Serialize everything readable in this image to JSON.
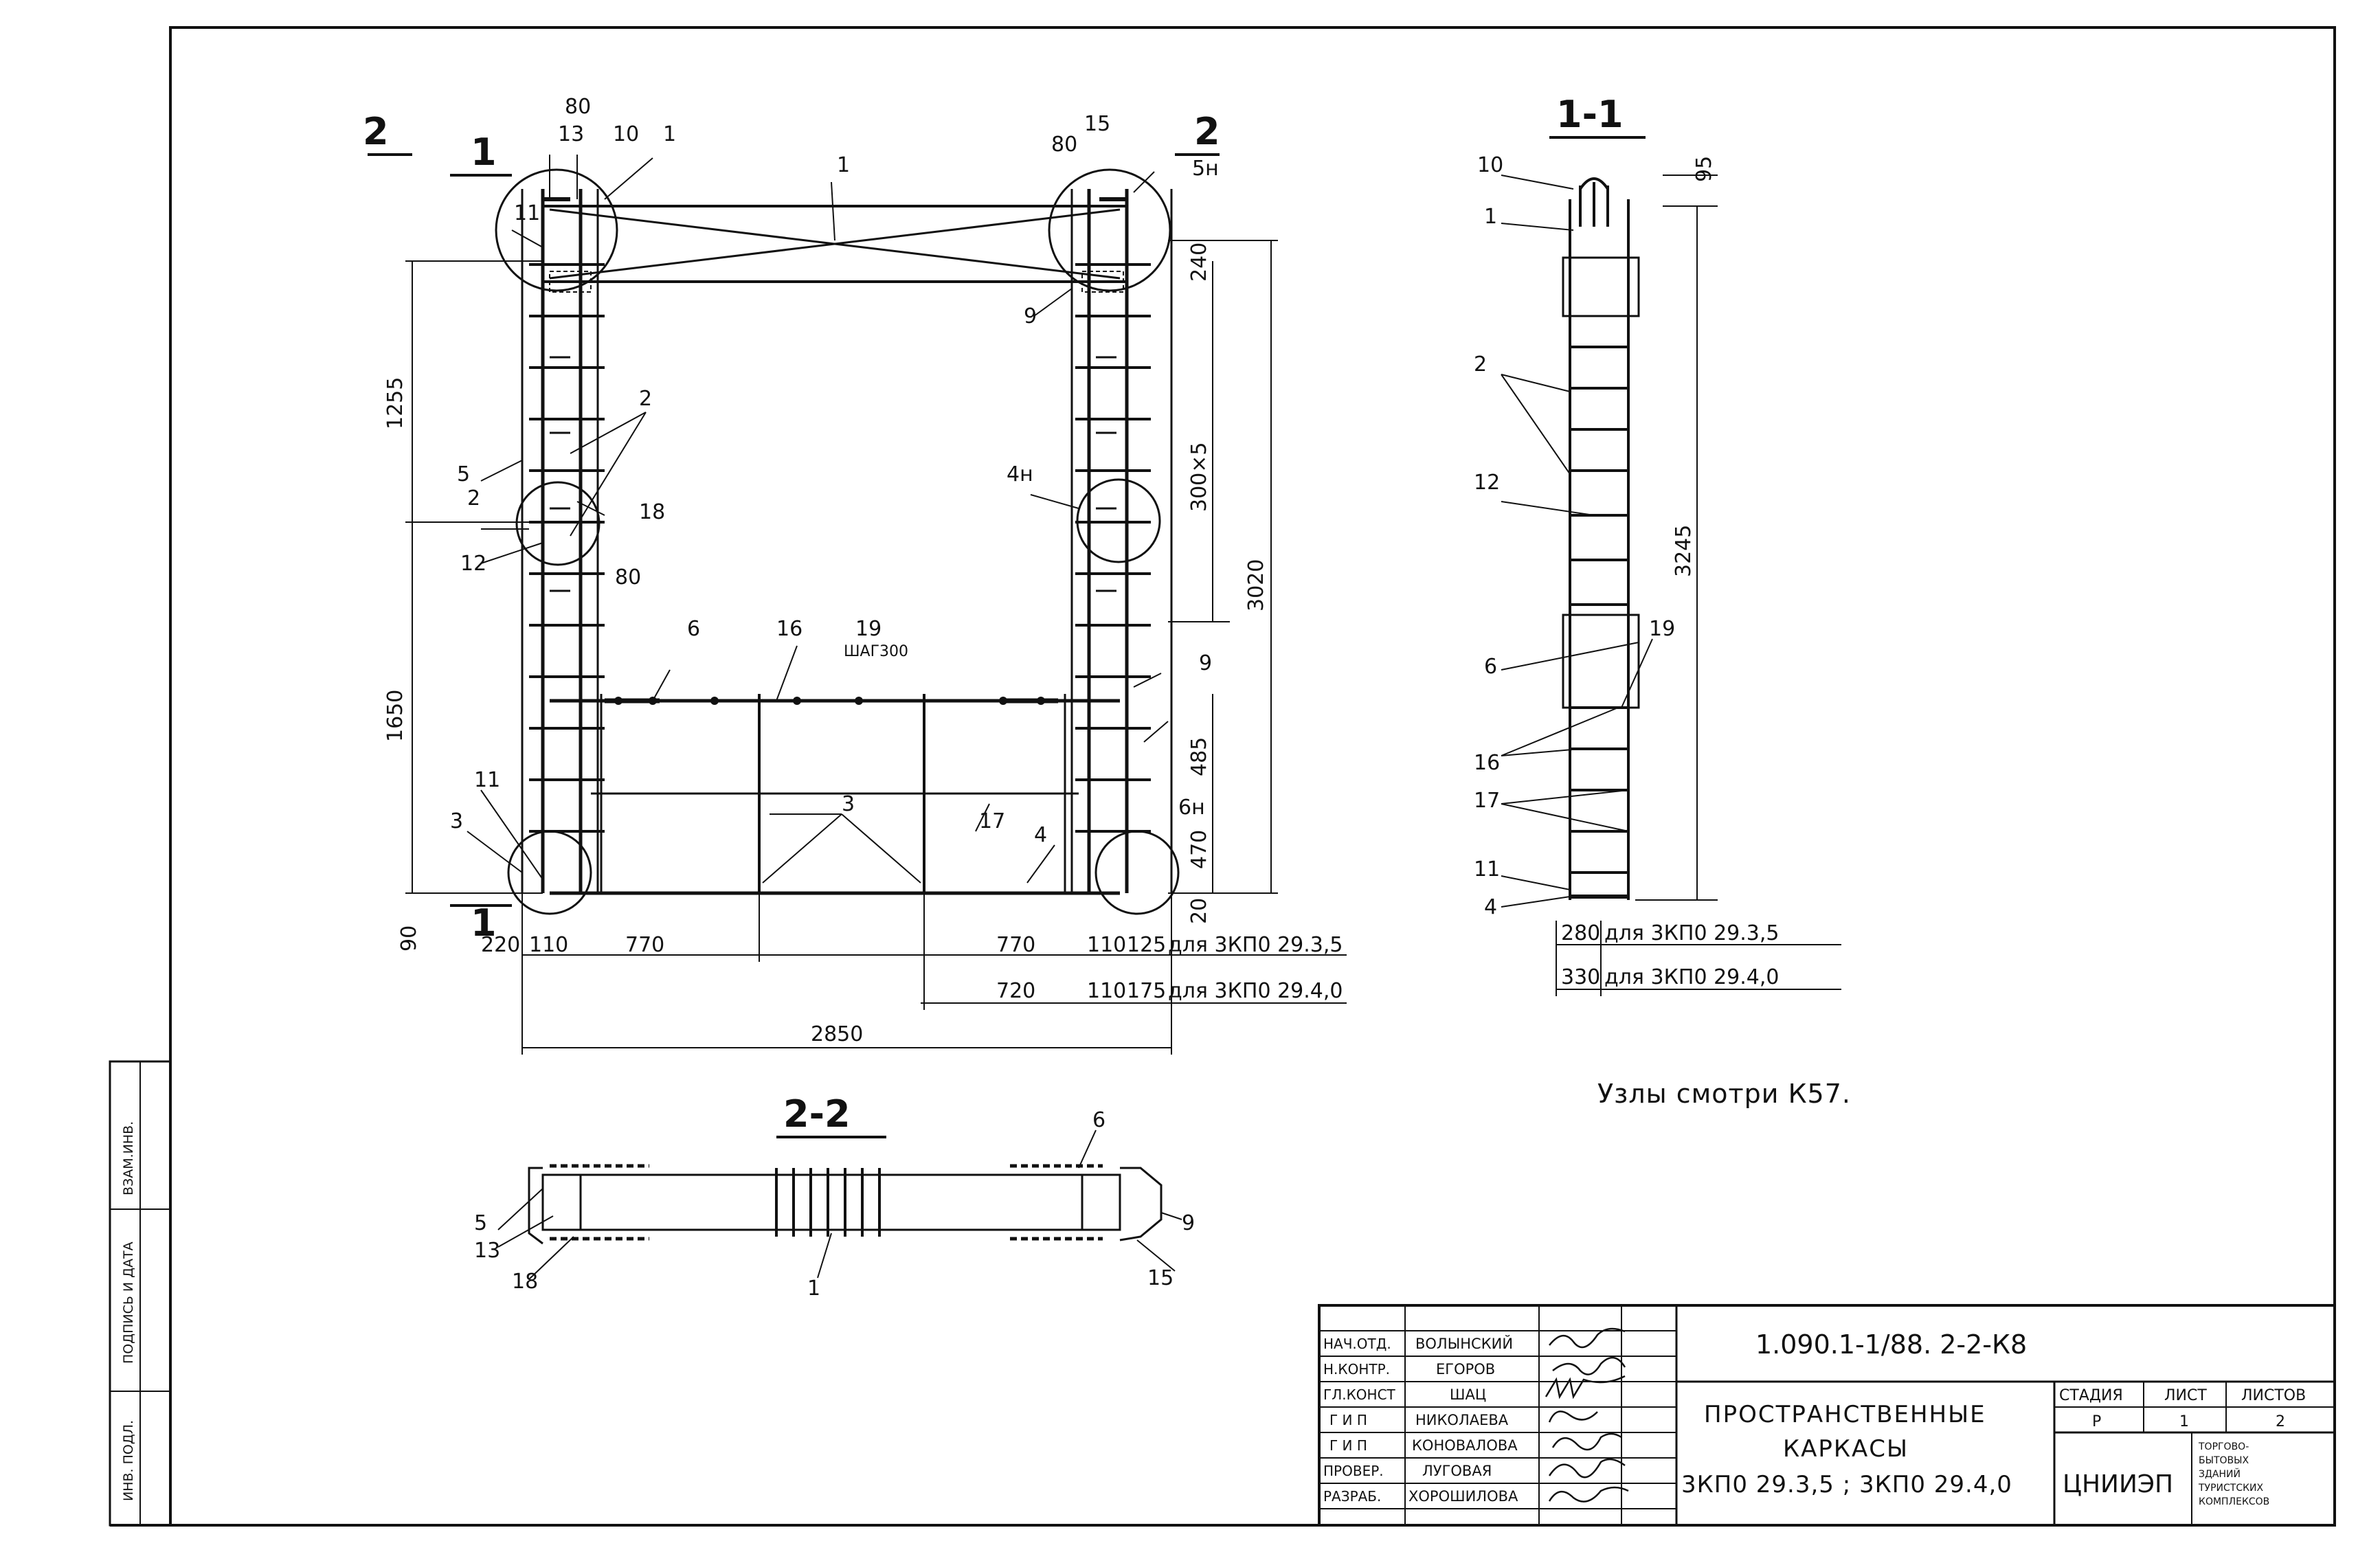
{
  "drawing": {
    "section_marks": {
      "cut_1": "1",
      "cut_2": "2",
      "section_1_1_title": "1-1",
      "section_2_2_title": "2-2"
    },
    "elevation": {
      "positions": {
        "p1_top": "1",
        "p1_upper": "1",
        "p10": "10",
        "p13": "13",
        "p11_top": "11",
        "p11_bottom": "11",
        "p2_a": "2",
        "p2_b": "2",
        "p18": "18",
        "p5": "5",
        "p12": "12",
        "p3_left": "3",
        "p3_mid": "3",
        "p6": "6",
        "p16": "16",
        "p19": "19",
        "p19_note": "ШАГ300",
        "p17": "17",
        "p4": "4",
        "p9_top": "9",
        "p9_right": "9"
      },
      "nodes": {
        "node_4n": "4н",
        "node_5n": "5н",
        "node_6n": "6н"
      },
      "dimensions": {
        "d80_top_left": "80",
        "d15_top_right": "15",
        "d80_top_right": "80",
        "d80_mid_left": "80",
        "d1255": "1255",
        "d1650": "1650",
        "d90": "90",
        "d240": "240",
        "d300x5": "300×5",
        "d3020": "3020",
        "d485": "485",
        "d470": "470",
        "d20": "20",
        "d220": "220",
        "d110_left": "110",
        "d770_left": "770",
        "d770_right": "770",
        "d110_right": "110",
        "d125": "125",
        "d720": "720",
        "d110_right_b": "110",
        "d175": "175",
        "d2850": "2850",
        "for_35": "для 3КП0 29.3,5",
        "for_40": "для 3КП0 29.4,0"
      }
    },
    "section_1_1": {
      "positions": {
        "p10": "10",
        "p1": "1",
        "p2": "2",
        "p12": "12",
        "p6": "6",
        "p19": "19",
        "p16": "16",
        "p17": "17",
        "p11": "11",
        "p4": "4"
      },
      "dimensions": {
        "d95": "95",
        "d3245": "3245",
        "d280": "280",
        "d330": "330",
        "for_35": "для 3КП0 29.3,5",
        "for_40": "для 3КП0 29.4,0"
      }
    },
    "section_2_2": {
      "positions": {
        "p5": "5",
        "p13": "13",
        "p18": "18",
        "p1": "1",
        "p6": "6",
        "p9": "9",
        "p15": "15"
      }
    },
    "note": "Узлы смотри К57."
  },
  "side_stamp": {
    "col1": "ВЗАМ.ИНВ.",
    "col2": "ПОДПИСЬ И ДАТА",
    "col3": "ИНВ. ПОДЛ."
  },
  "title_block": {
    "roles": [
      "НАЧ.ОТД.",
      "Н.КОНТР.",
      "ГЛ.КОНСТ",
      "Г И П",
      "Г И П",
      "ПРОВЕР.",
      "РАЗРАБ."
    ],
    "names": [
      "ВОЛЫНСКИЙ",
      "ЕГОРОВ",
      "ШАЦ",
      "НИКОЛАЕВА",
      "КОНОВАЛОВА",
      "ЛУГОВАЯ",
      "ХОРОШИЛОВА"
    ],
    "doc_code": "1.090.1-1/88. 2-2-К8",
    "title_line1": "ПРОСТРАНСТВЕННЫЕ",
    "title_line2": "КАРКАСЫ",
    "title_line3": "3КП0 29.3,5 ; 3КП0 29.4,0",
    "stage_head": "СТАДИЯ",
    "sheet_head": "ЛИСТ",
    "sheets_head": "ЛИСТОВ",
    "stage": "Р",
    "sheet": "1",
    "sheets": "2",
    "org": "ЦНИИЭП",
    "org_desc": [
      "ТОРГОВО-",
      "БЫТОВЫХ",
      "ЗДАНИЙ",
      "ТУРИСТСКИХ",
      "КОМПЛЕКСОВ"
    ]
  }
}
